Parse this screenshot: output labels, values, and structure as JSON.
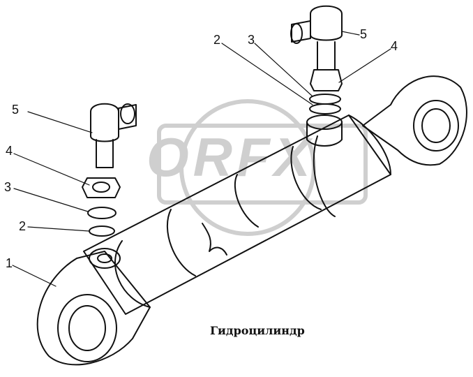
{
  "diagram": {
    "title": "Гидроцилиндр",
    "watermark": "ORFX",
    "callouts": [
      {
        "id": "c1-label",
        "text": "1"
      },
      {
        "id": "c2-left",
        "text": "2"
      },
      {
        "id": "c3-left",
        "text": "3"
      },
      {
        "id": "c4-left",
        "text": "4"
      },
      {
        "id": "c5-left",
        "text": "5"
      },
      {
        "id": "c2-top",
        "text": "2"
      },
      {
        "id": "c3-top",
        "text": "3"
      },
      {
        "id": "c4-top",
        "text": "4"
      },
      {
        "id": "c5-top",
        "text": "5"
      }
    ]
  },
  "colors": {
    "ink": "#111111",
    "watermark": "#cfcfcf",
    "background": "#ffffff"
  }
}
